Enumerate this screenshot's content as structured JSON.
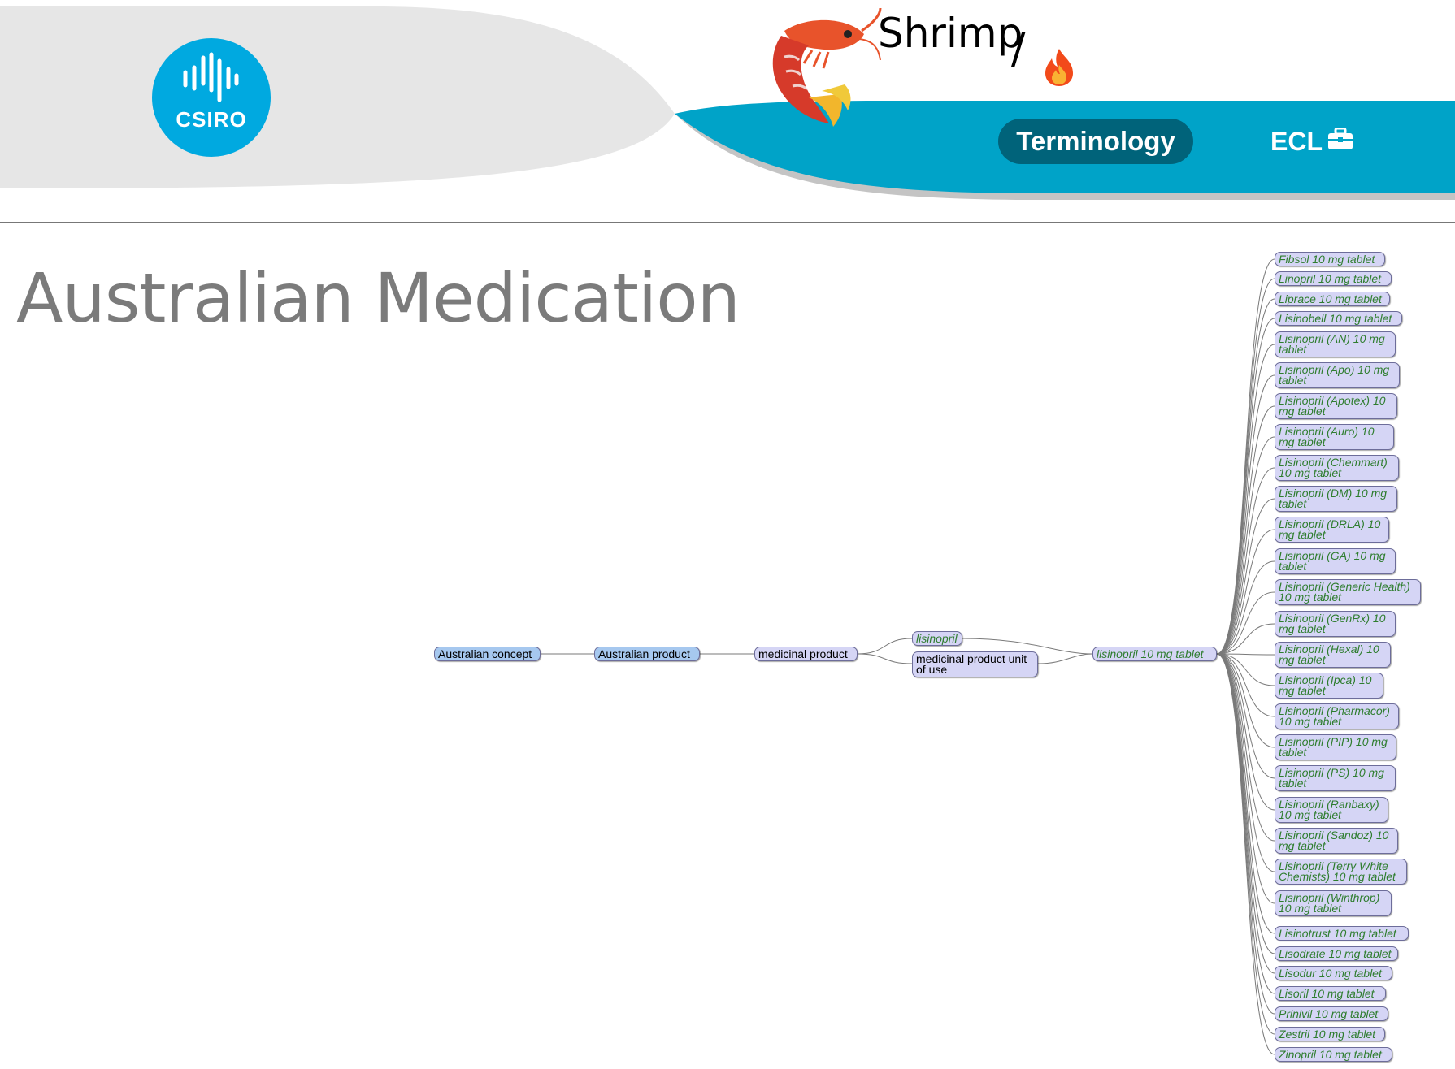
{
  "header": {
    "logo_text": "CSIRO",
    "brand_name": "Shrimp",
    "brand_separator": "/",
    "brand_icon": "shrimp-icon",
    "fire_icon": "fire-icon",
    "nav": {
      "terminology_label": "Terminology",
      "ecl_label": "ECL",
      "ecl_icon": "briefcase-icon"
    },
    "colors": {
      "teal": "#00a3c8",
      "active_pill": "#00637a",
      "logo_blue": "#00a9e0",
      "grey_band": "#e6e6e6"
    }
  },
  "page": {
    "title": "Australian Medication"
  },
  "graph": {
    "ancestors": [
      "Australian concept",
      "Australian product",
      "medicinal product"
    ],
    "parents": [
      "lisinopril",
      "medicinal product unit of use"
    ],
    "focus": "lisinopril 10 mg tablet",
    "children": [
      "Fibsol 10 mg tablet",
      "Linopril 10 mg tablet",
      "Liprace 10 mg tablet",
      "Lisinobell 10 mg tablet",
      "Lisinopril (AN) 10 mg tablet",
      "Lisinopril (Apo) 10 mg tablet",
      "Lisinopril (Apotex) 10 mg tablet",
      "Lisinopril (Auro) 10 mg tablet",
      "Lisinopril (Chemmart) 10 mg tablet",
      "Lisinopril (DM) 10 mg tablet",
      "Lisinopril (DRLA) 10 mg tablet",
      "Lisinopril (GA) 10 mg tablet",
      "Lisinopril (Generic Health) 10 mg tablet",
      "Lisinopril (GenRx) 10 mg tablet",
      "Lisinopril (Hexal) 10 mg tablet",
      "Lisinopril (Ipca) 10 mg tablet",
      "Lisinopril (Pharmacor) 10 mg tablet",
      "Lisinopril (PIP) 10 mg tablet",
      "Lisinopril (PS) 10 mg tablet",
      "Lisinopril (Ranbaxy) 10 mg tablet",
      "Lisinopril (Sandoz) 10 mg tablet",
      "Lisinopril (Terry White Chemists) 10 mg tablet",
      "Lisinopril (Winthrop) 10 mg tablet",
      "Lisinotrust 10 mg tablet",
      "Lisodrate 10 mg tablet",
      "Lisodur 10 mg tablet",
      "Lisoril 10 mg tablet",
      "Prinivil 10 mg tablet",
      "Zestril 10 mg tablet",
      "Zinopril 10 mg tablet"
    ]
  }
}
